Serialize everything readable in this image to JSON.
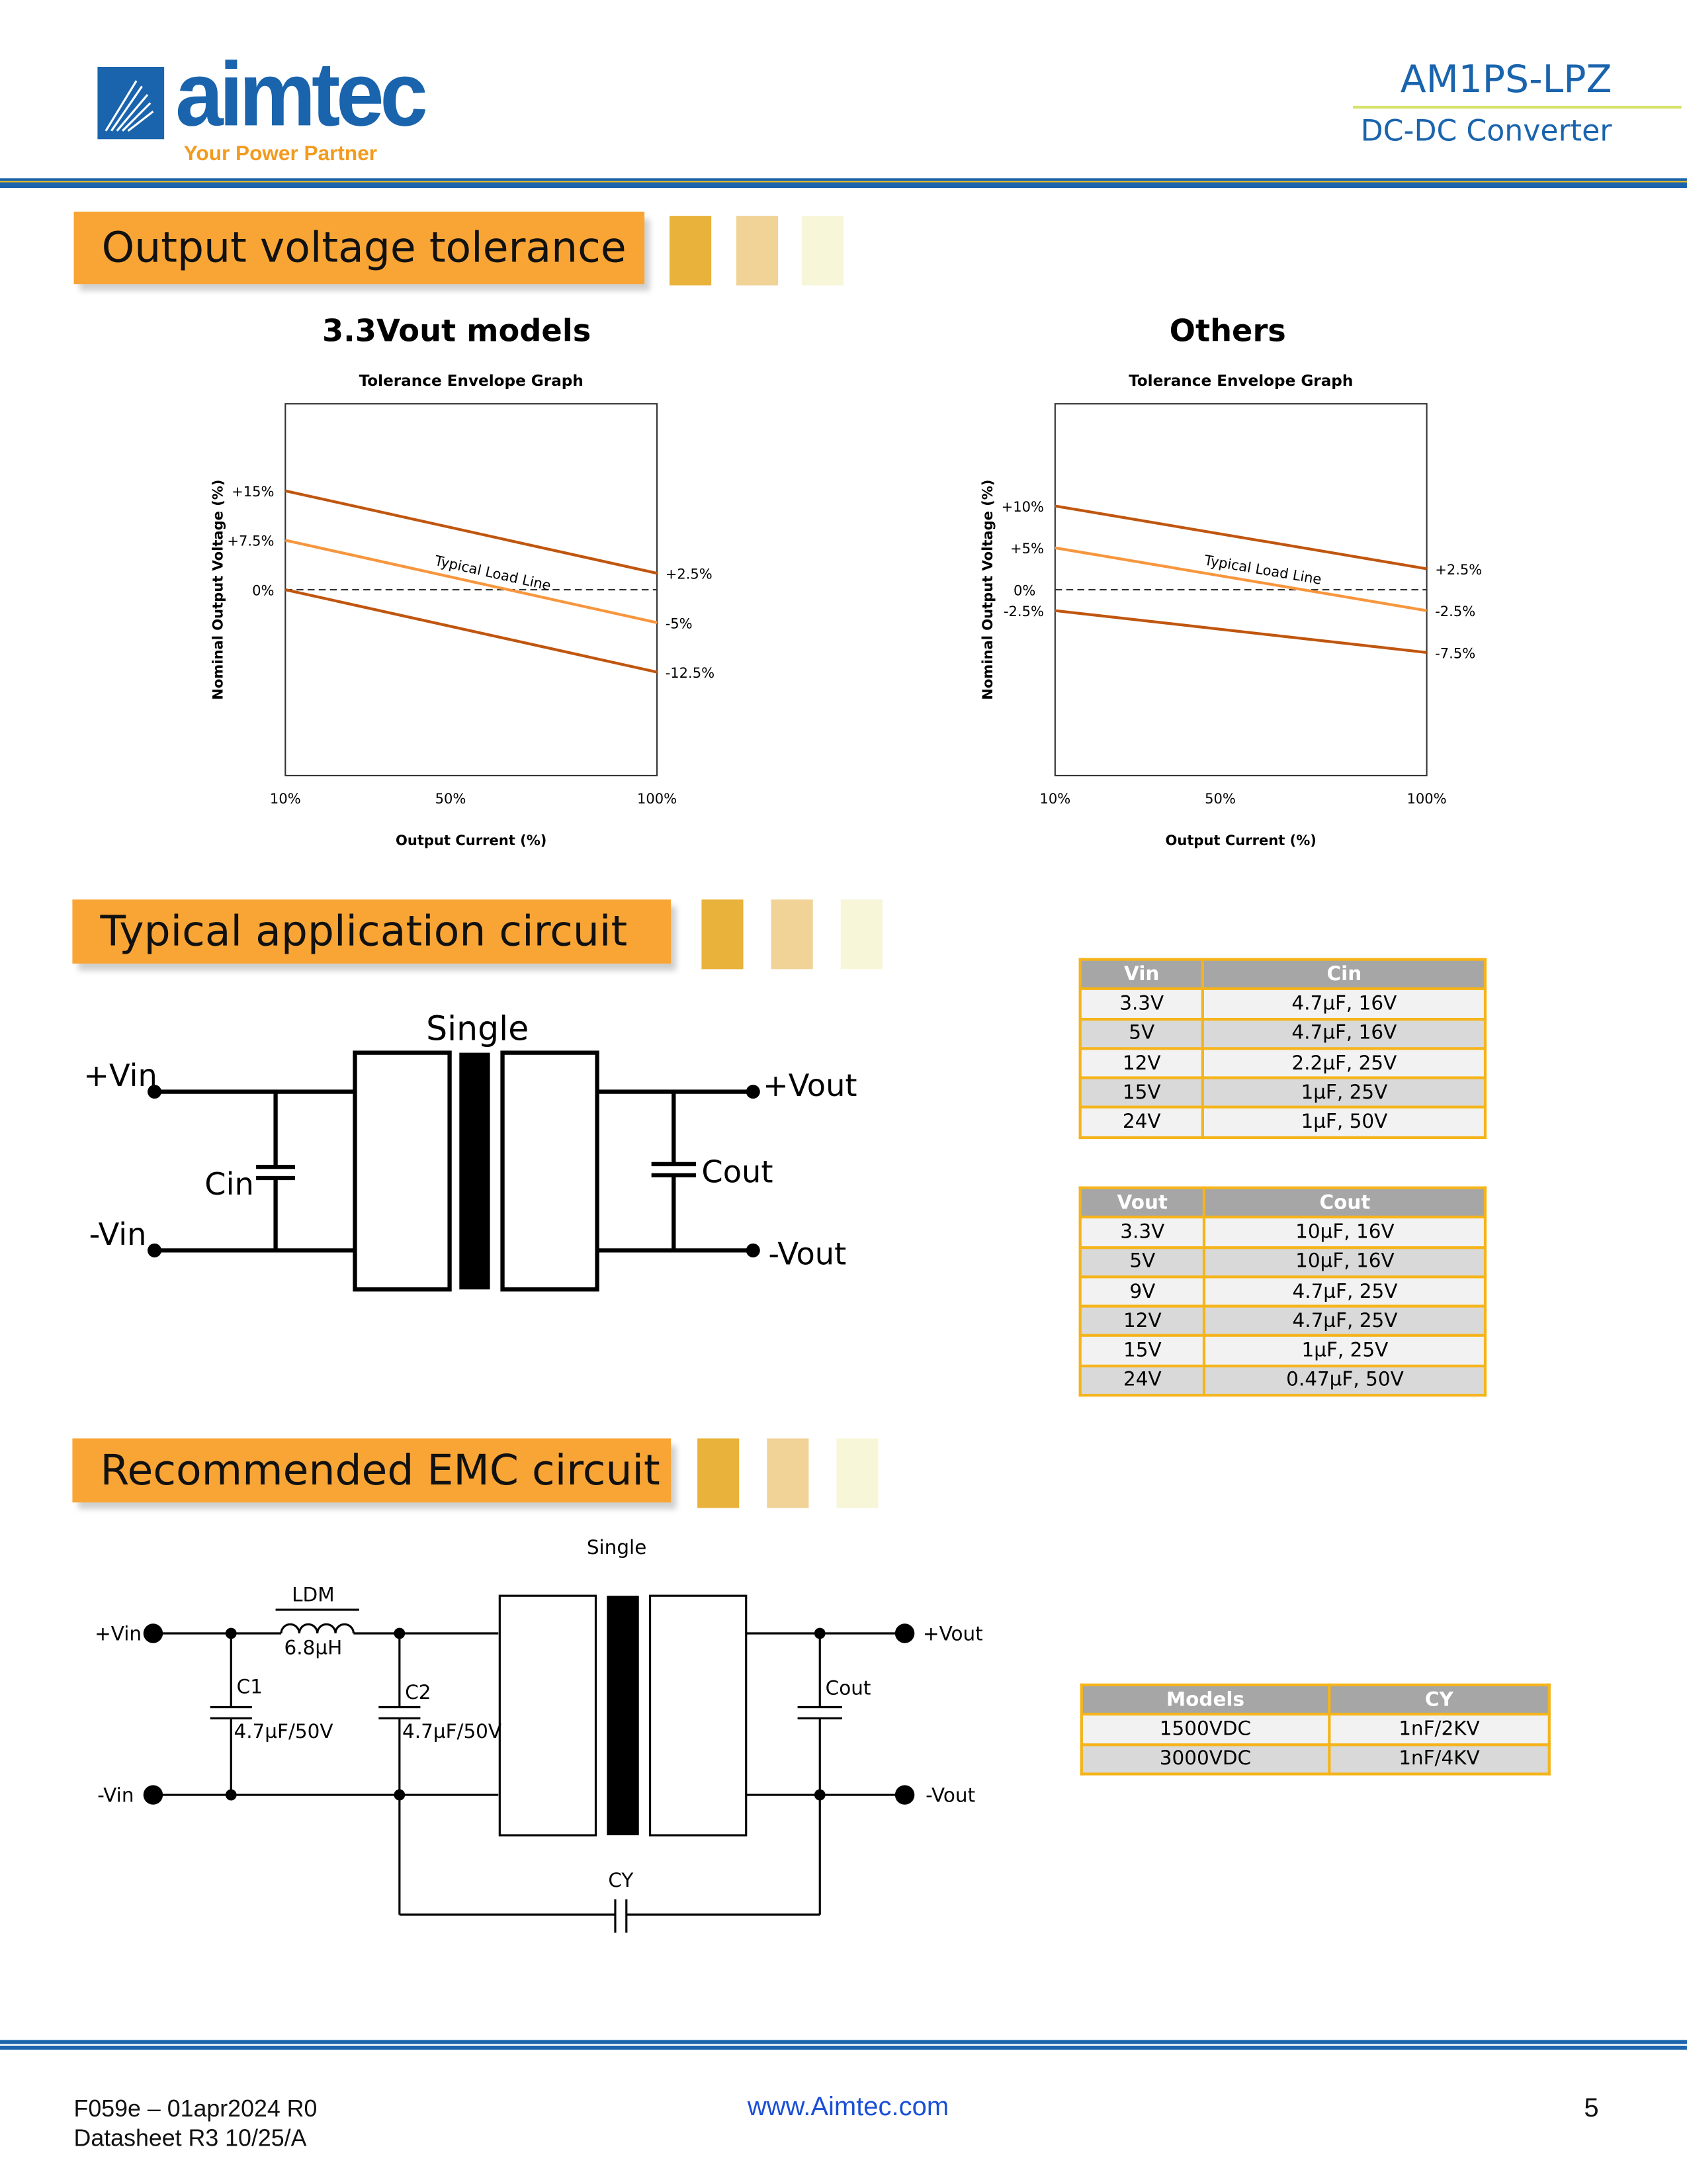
{
  "header": {
    "logo_text": "aimtec",
    "tagline": "Your Power Partner",
    "model": "AM1PS-LPZ",
    "product_type": "DC-DC Converter"
  },
  "sections": {
    "tolerance": "Output voltage tolerance",
    "application": "Typical application circuit",
    "emc": "Recommended EMC circuit"
  },
  "colors": {
    "brand_blue": "#1a64ad",
    "accent_orange": "#f9a535",
    "limit_line": "#c0560f",
    "typical_line": "#f7963d"
  },
  "chart_data": [
    {
      "type": "line",
      "heading": "3.3Vout models",
      "title": "Tolerance Envelope Graph",
      "xlabel": "Output Current (%)",
      "ylabel": "Nominal Output Voltage (%)",
      "x": [
        10,
        100
      ],
      "xticks": [
        "10%",
        "50%",
        "100%"
      ],
      "xtick_values": [
        10,
        50,
        100
      ],
      "xlim": [
        10,
        100
      ],
      "ylim": [
        -28.2,
        28.2
      ],
      "series": [
        {
          "name": "Upper limit",
          "values": [
            15,
            2.5
          ],
          "start_label": "+15%",
          "end_label": "+2.5%"
        },
        {
          "name": "Typical Load Line",
          "values": [
            7.5,
            -5
          ],
          "start_label": "+7.5%",
          "end_label": "-5%"
        },
        {
          "name": "Lower limit",
          "values": [
            0,
            -12.5
          ],
          "start_label": "0%",
          "end_label": "-12.5%"
        }
      ],
      "annotation": "Typical Load Line"
    },
    {
      "type": "line",
      "heading": "Others",
      "title": "Tolerance Envelope Graph",
      "xlabel": "Output Current (%)",
      "ylabel": "Nominal Output Voltage (%)",
      "x": [
        10,
        100
      ],
      "xticks": [
        "10%",
        "50%",
        "100%"
      ],
      "xtick_values": [
        10,
        50,
        100
      ],
      "xlim": [
        10,
        100
      ],
      "ylim": [
        -22.2,
        22.2
      ],
      "series": [
        {
          "name": "Upper limit",
          "values": [
            10,
            2.5
          ],
          "start_label": "+10%",
          "end_label": "+2.5%"
        },
        {
          "name": "Typical Load Line",
          "values": [
            5,
            -2.5
          ],
          "start_label": "+5%",
          "end_label": "-2.5%"
        },
        {
          "name": "Lower limit",
          "values": [
            -2.5,
            -7.5
          ],
          "start_label": "-2.5%",
          "end_label": "-7.5%"
        }
      ],
      "zero_label": "0%",
      "annotation": "Typical Load Line"
    }
  ],
  "app_circuit": {
    "title": "Single",
    "vin_pos": "+Vin",
    "vin_neg": "-Vin",
    "vout_pos": "+Vout",
    "vout_neg": "-Vout",
    "cin": "Cin",
    "cout": "Cout"
  },
  "cin_table": {
    "headers": [
      "Vin",
      "Cin"
    ],
    "rows": [
      [
        "3.3V",
        "4.7µF, 16V"
      ],
      [
        "5V",
        "4.7µF, 16V"
      ],
      [
        "12V",
        "2.2µF, 25V"
      ],
      [
        "15V",
        "1µF, 25V"
      ],
      [
        "24V",
        "1µF, 50V"
      ]
    ]
  },
  "cout_table": {
    "headers": [
      "Vout",
      "Cout"
    ],
    "rows": [
      [
        "3.3V",
        "10µF, 16V"
      ],
      [
        "5V",
        "10µF, 16V"
      ],
      [
        "9V",
        "4.7µF, 25V"
      ],
      [
        "12V",
        "4.7µF, 25V"
      ],
      [
        "15V",
        "1µF, 25V"
      ],
      [
        "24V",
        "0.47µF, 50V"
      ]
    ]
  },
  "emc_circuit": {
    "title": "Single",
    "vin_pos": "+Vin",
    "vin_neg": "-Vin",
    "vout_pos": "+Vout",
    "vout_neg": "-Vout",
    "ldm": "LDM",
    "ldm_value": "6.8µH",
    "c1": "C1",
    "c1_value": "4.7µF/50V",
    "c2": "C2",
    "c2_value": "4.7µF/50V",
    "cout": "Cout",
    "cy": "CY"
  },
  "cy_table": {
    "headers": [
      "Models",
      "CY"
    ],
    "rows": [
      [
        "1500VDC",
        "1nF/2KV"
      ],
      [
        "3000VDC",
        "1nF/4KV"
      ]
    ]
  },
  "footer": {
    "form": "F059e – 01apr2024 R0",
    "datasheet": "Datasheet R3 10/25/A",
    "url": "www.Aimtec.com",
    "page": "5"
  }
}
